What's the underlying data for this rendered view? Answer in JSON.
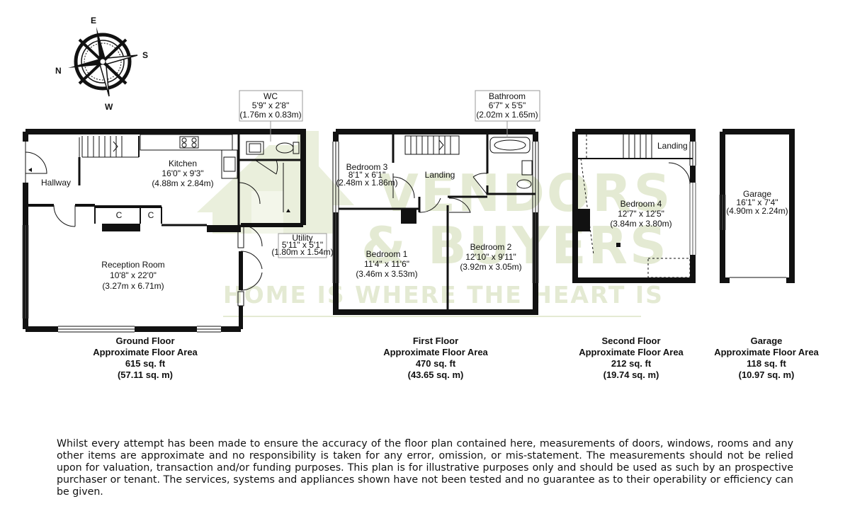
{
  "watermark": {
    "line1": "VENDORS",
    "line2": "& BUYERS",
    "tagline": "HOME IS WHERE THE HEART IS"
  },
  "compass": {
    "n": "N",
    "e": "E",
    "s": "S",
    "w": "W"
  },
  "ground": {
    "hallway": "Hallway",
    "kitchen": {
      "name": "Kitchen",
      "imperial": "16'0\" x 9'3\"",
      "metric": "(4.88m x 2.84m)"
    },
    "cupboard1": "C",
    "cupboard2": "C",
    "reception": {
      "name": "Reception Room",
      "imperial": "10'8\" x 22'0\"",
      "metric": "(3.27m x 6.71m)"
    },
    "wc": {
      "name": "WC",
      "imperial": "5'9\" x 2'8\"",
      "metric": "(1.76m x 0.83m)"
    },
    "utility": {
      "name": "Utility",
      "imperial": "5'11\" x 5'1\"",
      "metric": "(1.80m x 1.54m)"
    },
    "caption": {
      "title": "Ground Floor",
      "subtitle": "Approximate Floor Area",
      "sqft": "615 sq. ft",
      "sqm": "(57.11 sq. m)"
    }
  },
  "first": {
    "bedroom3": {
      "name": "Bedroom 3",
      "imperial": "8'1\" x 6'1\"",
      "metric": "(2.48m x 1.86m)"
    },
    "landing": "Landing",
    "bathroom": {
      "name": "Bathroom",
      "imperial": "6'7\" x 5'5\"",
      "metric": "(2.02m x 1.65m)"
    },
    "bedroom1": {
      "name": "Bedroom 1",
      "imperial": "11'4\" x 11'6\"",
      "metric": "(3.46m x 3.53m)"
    },
    "bedroom2": {
      "name": "Bedroom 2",
      "imperial": "12'10\" x 9'11\"",
      "metric": "(3.92m x 3.05m)"
    },
    "caption": {
      "title": "First Floor",
      "subtitle": "Approximate Floor Area",
      "sqft": "470 sq. ft",
      "sqm": "(43.65 sq. m)"
    }
  },
  "second": {
    "landing": "Landing",
    "bedroom4": {
      "name": "Bedroom 4",
      "imperial": "12'7\" x 12'5\"",
      "metric": "(3.84m x 3.80m)"
    },
    "caption": {
      "title": "Second Floor",
      "subtitle": "Approximate Floor Area",
      "sqft": "212 sq. ft",
      "sqm": "(19.74 sq. m)"
    }
  },
  "garage": {
    "room": {
      "name": "Garage",
      "imperial": "16'1\" x 7'4\"",
      "metric": "(4.90m x 2.24m)"
    },
    "caption": {
      "title": "Garage",
      "subtitle": "Approximate Floor Area",
      "sqft": "118 sq. ft",
      "sqm": "(10.97 sq. m)"
    }
  },
  "disclaimer": "Whilst every attempt has been made to ensure the accuracy of the floor plan contained here, measurements of doors, windows, rooms and any other items are approximate and no responsibility is taken for any error, omission, or mis-statement. The measurements should not be relied upon for valuation, transaction and/or funding purposes. This plan is for illustrative purposes only and should be used as such by an prospective purchaser or tenant. The services, systems and appliances shown have not been tested and no guarantee as to their operability or efficiency can be given.",
  "colors": {
    "wall": "#111111",
    "watermark": "#e4ead3",
    "outline": "#999999"
  }
}
